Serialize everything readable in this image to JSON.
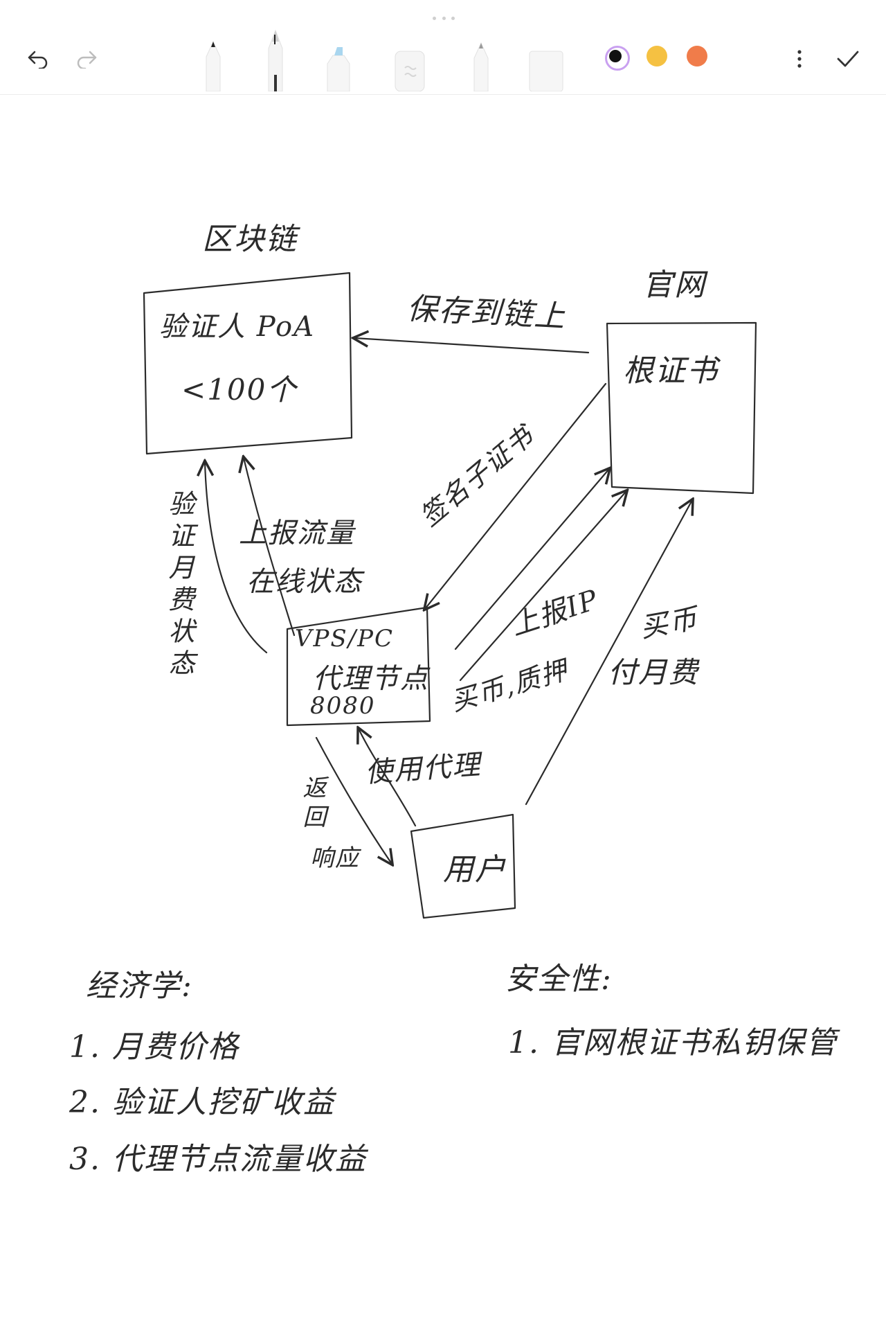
{
  "toolbar": {
    "undo_icon": "undo-arrow-icon",
    "redo_icon": "redo-arrow-icon",
    "tools": [
      "pencil-tool-icon",
      "fountain-pen-tool-icon",
      "highlighter-tool-icon",
      "eraser-tool-icon",
      "marker-tool-icon",
      "lasso-ruler-tool-icon"
    ],
    "colors": {
      "selected": "#111111",
      "yellow": "#f5c142",
      "orange": "#f07c4a"
    },
    "more_icon": "more-vertical-icon",
    "done_icon": "checkmark-icon"
  },
  "diagram": {
    "blockchain_title": "区块链",
    "blockchain_line1": "验证人 PoA",
    "blockchain_line2": "<100个",
    "official_title": "官网",
    "root_cert": "根证书",
    "save_to_chain": "保存到链上",
    "sign_sub_cert": "签名子证书",
    "report_ip": "上报IP",
    "buy_coin_stake": "买币,质押",
    "buy_coin": "买币",
    "pay_monthly": "付月费",
    "verify_monthly_status": "验证月费状态",
    "report_traffic": "上报流量",
    "online_status": "在线状态",
    "proxy_line1": "VPS/PC",
    "proxy_line2": "代理节点",
    "proxy_port": "8080",
    "use_proxy": "使用代理",
    "return_response_1": "返回",
    "return_response_2": "响应",
    "user": "用户"
  },
  "notes": {
    "economics_title": "经济学:",
    "economics_items": [
      "1. 月费价格",
      "2. 验证人挖矿收益",
      "3. 代理节点流量收益"
    ],
    "security_title": "安全性:",
    "security_items": [
      "1. 官网根证书私钥保管"
    ]
  }
}
